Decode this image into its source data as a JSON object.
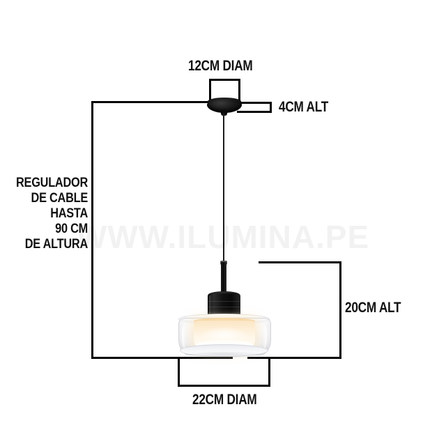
{
  "product": {
    "type": "pendant-lamp-dimension-diagram",
    "watermark": "WWW.ILUMINA.PE"
  },
  "dimensions": {
    "canopy_diameter": "12CM DIAM",
    "canopy_height": "4CM ALT",
    "shade_height": "20CM ALT",
    "shade_diameter": "22CM DIAM"
  },
  "cable_note": {
    "line1": "REGULADOR",
    "line2": "DE CABLE",
    "line3": "HASTA",
    "line4": "90 CM",
    "line5": "DE ALTURA"
  },
  "colors": {
    "line": "#000000",
    "text": "#111111",
    "watermark": "#f2f2f2",
    "metal_black": "#0a0a0a",
    "glass": "#eef0f3",
    "warm_light": "#fbe6c3",
    "background": "#ffffff"
  }
}
